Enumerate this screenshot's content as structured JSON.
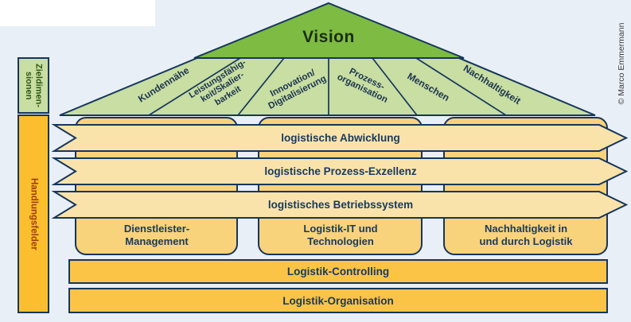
{
  "colors": {
    "background": "#E9EFF7",
    "outline": "#16365C",
    "roof_green": "#7DBB42",
    "roof_light_green": "#C8DEA2",
    "band_fill": "#FAE3AB",
    "pillar_fill": "#F9D27C",
    "bar_fill": "#FBC446",
    "side_bar_orange": "#FBBE2E",
    "text_dark": "#173A5F",
    "vision_text": "#1B2D10",
    "ziel_text": "#2E5713",
    "handlung_text": "#9D3E07",
    "credit_text": "#3C3C3C"
  },
  "credit": "© Marco Emmermann",
  "side_labels": {
    "zieldimensionen": "Zieldimen-\nsionen",
    "handlungsfelder": "Handlungsfelder"
  },
  "roof": {
    "vision": "Vision",
    "segments": [
      {
        "label": "Kundennähe"
      },
      {
        "label": "Leistungsfähig-\nkeit/Skalier-\nbarkeit"
      },
      {
        "label": "Innovation/\nDigitalisierung"
      },
      {
        "label": "Prozess-\norganisation"
      },
      {
        "label": "Menschen"
      },
      {
        "label": "Nachhaltigkeit"
      }
    ]
  },
  "bands": [
    {
      "label": "logistische Abwicklung"
    },
    {
      "label": "logistische Prozess-Exzellenz"
    },
    {
      "label": "logistisches Betriebssystem"
    }
  ],
  "pillars": [
    {
      "label": "Dienstleister-\nManagement"
    },
    {
      "label": "Logistik-IT und\nTechnologien"
    },
    {
      "label": "Nachhaltigkeit in\nund durch Logistik"
    }
  ],
  "bars": [
    {
      "label": "Logistik-Controlling"
    },
    {
      "label": "Logistik-Organisation"
    }
  ]
}
